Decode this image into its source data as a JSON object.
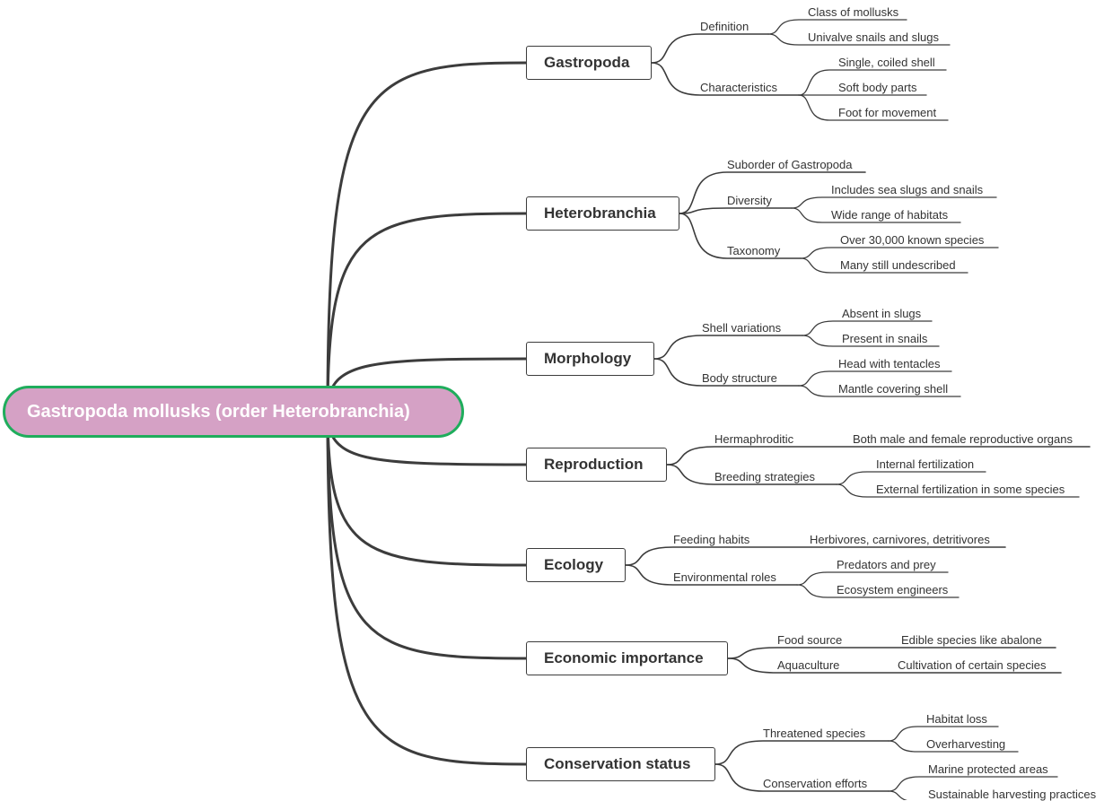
{
  "root": {
    "label": "Gastropoda mollusks (order Heterobranchia)",
    "fill": "#d5a1c5",
    "border": "#1fad5c"
  },
  "line_color": "#3c3c3c",
  "branches": [
    {
      "label": "Gastropoda",
      "children": [
        {
          "label": "Definition",
          "children": [
            {
              "label": "Class of mollusks"
            },
            {
              "label": "Univalve snails and slugs"
            }
          ]
        },
        {
          "label": "Characteristics",
          "children": [
            {
              "label": "Single, coiled shell"
            },
            {
              "label": "Soft body parts"
            },
            {
              "label": "Foot for movement"
            }
          ]
        }
      ]
    },
    {
      "label": "Heterobranchia",
      "children": [
        {
          "label": "Suborder of Gastropoda",
          "children": []
        },
        {
          "label": "Diversity",
          "children": [
            {
              "label": "Includes sea slugs and snails"
            },
            {
              "label": "Wide range of habitats"
            }
          ]
        },
        {
          "label": "Taxonomy",
          "children": [
            {
              "label": "Over 30,000 known species"
            },
            {
              "label": "Many still undescribed"
            }
          ]
        }
      ]
    },
    {
      "label": "Morphology",
      "children": [
        {
          "label": "Shell variations",
          "children": [
            {
              "label": "Absent in slugs"
            },
            {
              "label": "Present in snails"
            }
          ]
        },
        {
          "label": "Body structure",
          "children": [
            {
              "label": "Head with tentacles"
            },
            {
              "label": "Mantle covering shell"
            }
          ]
        }
      ]
    },
    {
      "label": "Reproduction",
      "children": [
        {
          "label": "Hermaphroditic",
          "children": [
            {
              "label": "Both male and female reproductive organs"
            }
          ]
        },
        {
          "label": "Breeding strategies",
          "children": [
            {
              "label": "Internal fertilization"
            },
            {
              "label": "External fertilization in some species"
            }
          ]
        }
      ]
    },
    {
      "label": "Ecology",
      "children": [
        {
          "label": "Feeding habits",
          "children": [
            {
              "label": "Herbivores, carnivores, detritivores"
            }
          ]
        },
        {
          "label": "Environmental roles",
          "children": [
            {
              "label": "Predators and prey"
            },
            {
              "label": "Ecosystem engineers"
            }
          ]
        }
      ]
    },
    {
      "label": "Economic importance",
      "children": [
        {
          "label": "Food source",
          "children": [
            {
              "label": "Edible species like abalone"
            }
          ]
        },
        {
          "label": "Aquaculture",
          "children": [
            {
              "label": "Cultivation of certain species"
            }
          ]
        }
      ]
    },
    {
      "label": "Conservation status",
      "children": [
        {
          "label": "Threatened species",
          "children": [
            {
              "label": "Habitat loss"
            },
            {
              "label": "Overharvesting"
            }
          ]
        },
        {
          "label": "Conservation efforts",
          "children": [
            {
              "label": "Marine protected areas"
            },
            {
              "label": "Sustainable harvesting practices"
            }
          ]
        }
      ]
    }
  ]
}
